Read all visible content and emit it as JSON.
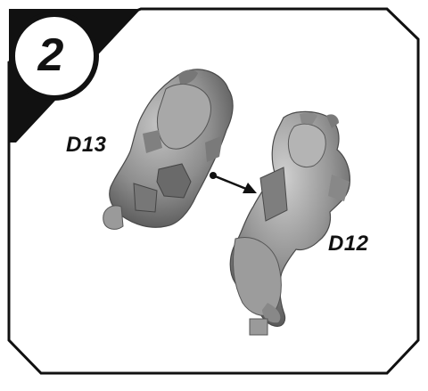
{
  "step": {
    "number": "2"
  },
  "parts": {
    "d13": {
      "label": "D13"
    },
    "d12": {
      "label": "D12"
    }
  },
  "colors": {
    "frame": "#111111",
    "badge": "#111111",
    "part_mid": "#8e8e8e",
    "part_dark": "#5c5c5c",
    "part_light": "#b8b8b8"
  },
  "icons": {
    "arrow": "assembly-arrow-icon"
  }
}
